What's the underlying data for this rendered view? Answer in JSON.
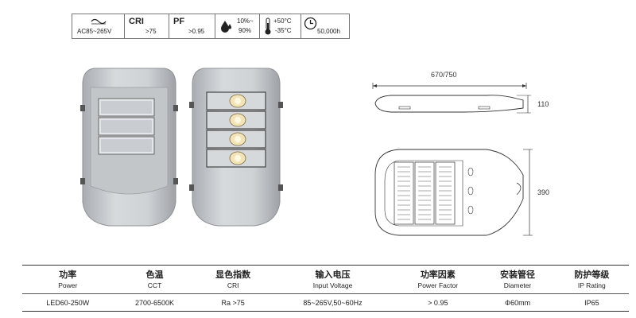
{
  "spec_icons": {
    "voltage": {
      "icon": "ac-wave-icon",
      "text": "AC85~265V"
    },
    "cri": {
      "label": "CRI",
      "value": ">75"
    },
    "pf": {
      "label": "PF",
      "value": ">0.95"
    },
    "humidity": {
      "icon": "water-drop-icon",
      "line1": "10%~",
      "line2": "90%"
    },
    "temperature": {
      "icon": "thermometer-icon",
      "line1": "+50°C",
      "line2": "-35°C"
    },
    "lifespan": {
      "icon": "clock-icon",
      "text": "50,000h"
    }
  },
  "dimensions": {
    "length": "670/750",
    "height": "110",
    "width": "390"
  },
  "table": {
    "headers": [
      {
        "cn": "功率",
        "en": "Power"
      },
      {
        "cn": "色温",
        "en": "CCT"
      },
      {
        "cn": "显色指数",
        "en": "CRI"
      },
      {
        "cn": "输入电压",
        "en": "Input Voltage"
      },
      {
        "cn": "功率因素",
        "en": "Power Factor"
      },
      {
        "cn": "安装管径",
        "en": "Diameter"
      },
      {
        "cn": "防护等级",
        "en": "IP Rating"
      }
    ],
    "rows": [
      [
        "LED60-250W",
        "2700-6500K",
        "Ra >75",
        "85~265V,50~60Hz",
        "> 0.95",
        "Φ60mm",
        "IP65"
      ]
    ]
  },
  "colors": {
    "housing": "#c9cccf",
    "housing_dark": "#9da1a5",
    "led_panel": "#dfe3e7",
    "line": "#333333"
  }
}
